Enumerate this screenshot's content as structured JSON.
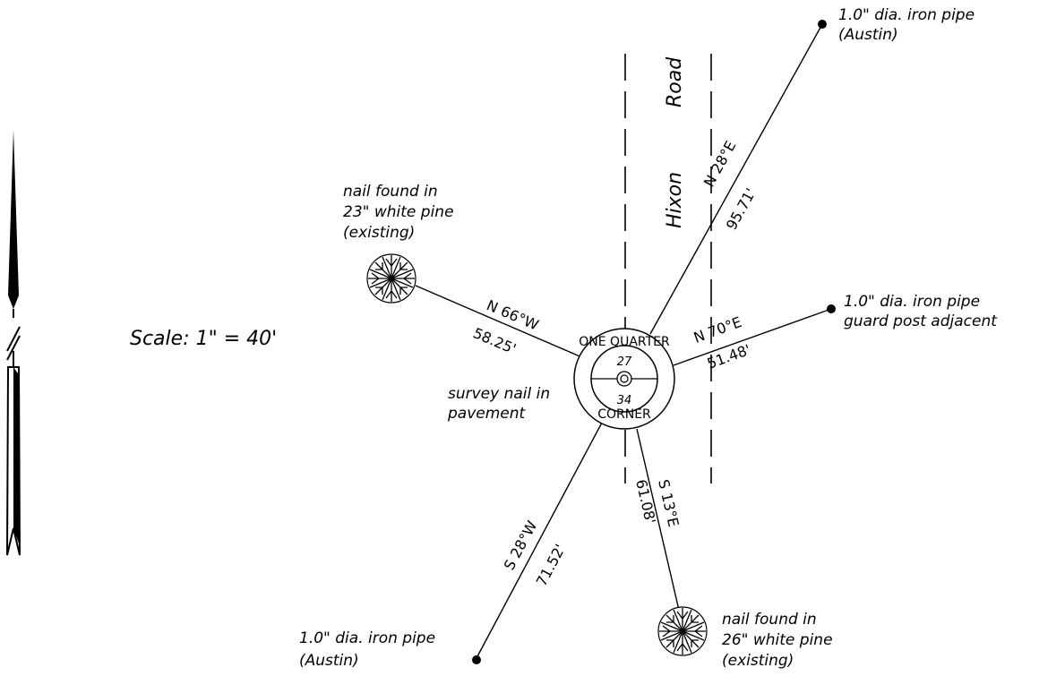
{
  "scale_label": "Scale: 1\" = 40'",
  "road_name_1": "Hixon",
  "road_name_2": "Road",
  "corner": {
    "ring_top": "ONE QUARTER",
    "ring_bottom": "CORNER",
    "section_upper": "27",
    "section_lower": "34",
    "note_line1": "survey nail in",
    "note_line2": "pavement"
  },
  "ties": {
    "ne": {
      "bearing": "N 28°E",
      "distance": "95.71'",
      "label": [
        "1.0\" dia. iron pipe",
        "(Austin)"
      ]
    },
    "e": {
      "bearing": "N 70°E",
      "distance": "51.48'",
      "label": [
        "1.0\" dia. iron pipe",
        "guard post adjacent"
      ]
    },
    "nw": {
      "bearing": "N 66°W",
      "distance": "58.25'",
      "label": [
        "nail found in",
        "23\" white pine",
        "(existing)"
      ]
    },
    "sw": {
      "bearing": "S 28°W",
      "distance": "71.52'",
      "label": [
        "1.0\" dia. iron pipe",
        "(Austin)"
      ]
    },
    "se": {
      "bearing": "S 13°E",
      "distance": "61.08'",
      "label": [
        "nail found in",
        "26\" white pine",
        "(existing)"
      ]
    }
  },
  "icons": {
    "north_arrow": "north-arrow-icon",
    "tree": "white-pine-tree-icon",
    "pipe": "iron-pipe-dot-icon",
    "monument": "survey-nail-monument-icon"
  }
}
